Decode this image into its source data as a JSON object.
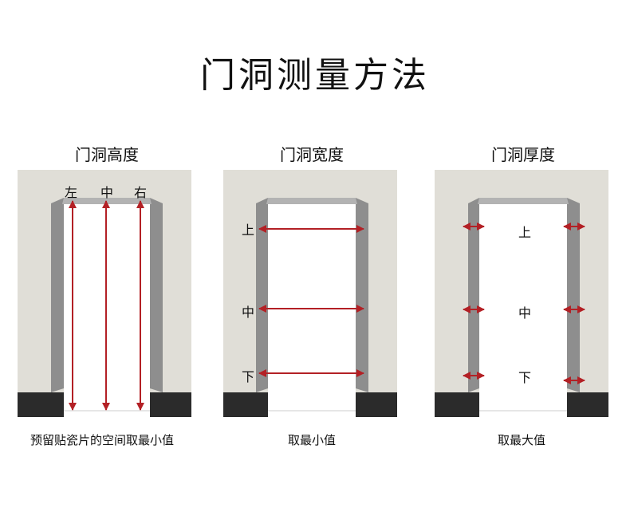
{
  "title": "门洞测量方法",
  "panels": [
    {
      "title": "门洞高度",
      "caption": "预留贴瓷片的空间取最小值",
      "labels": [
        "左",
        "中",
        "右"
      ]
    },
    {
      "title": "门洞宽度",
      "caption": "取最小值",
      "labels": [
        "上",
        "中",
        "下"
      ]
    },
    {
      "title": "门洞厚度",
      "caption": "取最大值",
      "labels": [
        "上",
        "中",
        "下"
      ]
    }
  ],
  "colors": {
    "wall": "#e0ded7",
    "frame": "#8e8e8e",
    "frame_light": "#b3b3b3",
    "base": "#2b2b2b",
    "arrow": "#b32025"
  }
}
